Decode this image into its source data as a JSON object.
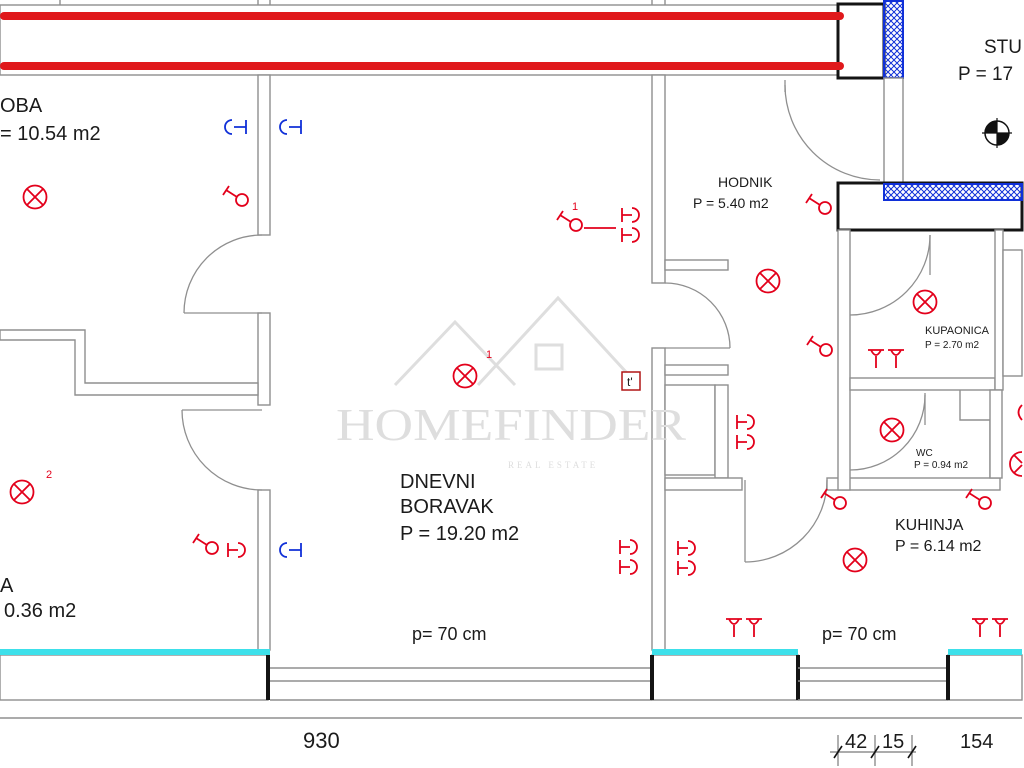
{
  "plan": {
    "rooms": {
      "soba_top": {
        "name": "OBA",
        "area": "= 10.54 m2"
      },
      "soba_bottom": {
        "name": "A",
        "area": "0.36 m2"
      },
      "dnevni_boravak": {
        "name_line1": "DNEVNI",
        "name_line2": "BORAVAK",
        "area": "P = 19.20 m2"
      },
      "hodnik": {
        "name": "HODNIK",
        "area": "P = 5.40 m2"
      },
      "kupaonica": {
        "name": "KUPAONICA",
        "area": "P = 2.70 m2"
      },
      "wc": {
        "name": "WC",
        "area": "P = 0.94 m2"
      },
      "kuhinja": {
        "name": "KUHINJA",
        "area": "P = 6.14 m2"
      },
      "stubiste": {
        "name": "STU",
        "area": "P = 17"
      }
    },
    "window_sill_heights": [
      "p= 70 cm",
      "p= 70 cm"
    ],
    "dimensions": [
      "930",
      "42",
      "15",
      "154"
    ],
    "symbol_labels": {
      "light_circuit_2": "2",
      "light_circuit_1": "1",
      "switch_circuit_1": "1",
      "thermostat": "t'"
    },
    "watermark": {
      "brand": "HOMEFINDER",
      "tagline": "REAL ESTATE"
    }
  },
  "icons": [
    "ceiling-light-icon",
    "light-switch-icon",
    "power-socket-icon",
    "double-socket-icon",
    "data-socket-icon",
    "thermostat-icon",
    "elevation-marker-icon",
    "door-swing-icon"
  ],
  "colors": {
    "wall": "#8f8f8f",
    "wall_dark": "#141414",
    "symbol_red": "#e3001b",
    "pipe_red": "#e0181b",
    "blue": "#1030d8",
    "cyan": "#3de0ea",
    "text": "#1b1b1b",
    "watermark": "#dedede"
  }
}
